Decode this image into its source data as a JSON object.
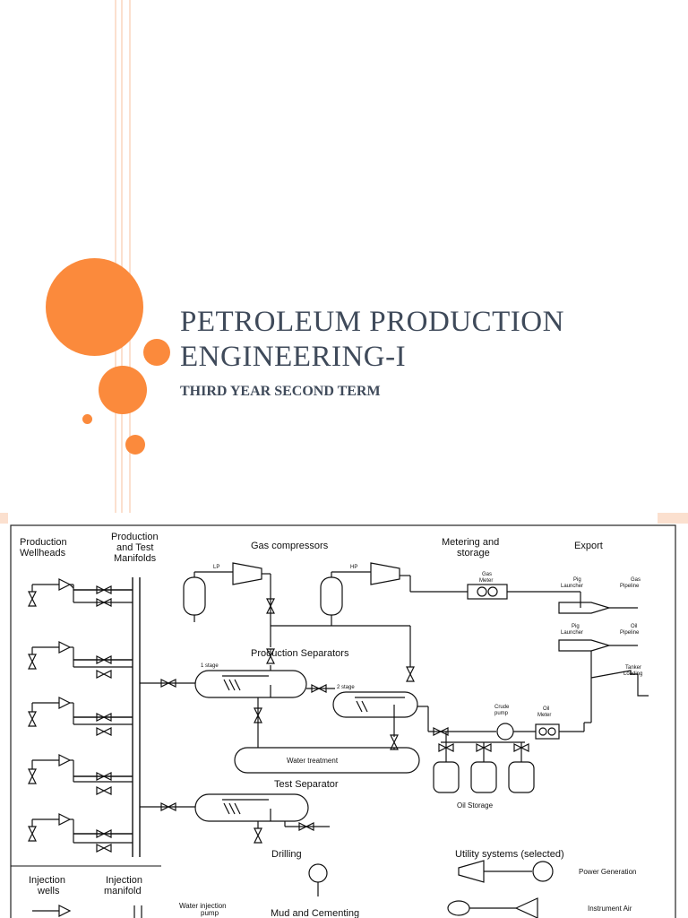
{
  "slide": {
    "title_line1": "PETROLEUM PRODUCTION",
    "title_line2": "ENGINEERING-I",
    "subtitle": "THIRD YEAR SECOND TERM",
    "accent_color": "#fb8a3c",
    "text_color": "#3f4a5a"
  },
  "diagram": {
    "headers": {
      "wellheads": [
        "Production",
        "Wellheads"
      ],
      "manifolds": [
        "Production",
        "and Test",
        "Manifolds"
      ],
      "compressors": "Gas compressors",
      "metering": [
        "Metering and",
        "storage"
      ],
      "export": "Export"
    },
    "labels": {
      "lp": "LP",
      "hp": "HP",
      "gas_meter": [
        "Gas",
        "Meter"
      ],
      "pig_launcher_1": [
        "Pig",
        "Launcher"
      ],
      "gas_pipeline": [
        "Gas",
        "Pipeline"
      ],
      "pig_launcher_2": [
        "Pig",
        "Launcher"
      ],
      "oil_pipeline": [
        "Oil",
        "Pipeline"
      ],
      "tanker_loading": [
        "Tanker",
        "Loading"
      ],
      "production_separators": "Production Separators",
      "stage1": "1 stage",
      "stage2": "2 stage",
      "crude_pump": [
        "Crude",
        "pump"
      ],
      "oil_meter": [
        "Oil",
        "Meter"
      ],
      "water_treatment": "Water treatment",
      "test_separator": "Test Separator",
      "oil_storage": "Oil Storage",
      "drilling": "Drilling",
      "utility_systems": "Utility systems (selected)",
      "power_generation": "Power Generation",
      "instrument_air": "Instrument Air",
      "injection_wells": [
        "Injection",
        "wells"
      ],
      "injection_manifold": [
        "Injection",
        "manifold"
      ],
      "water_injection_pump": [
        "Water injection",
        "pump"
      ],
      "mud_cementing": "Mud and Cementing"
    }
  }
}
